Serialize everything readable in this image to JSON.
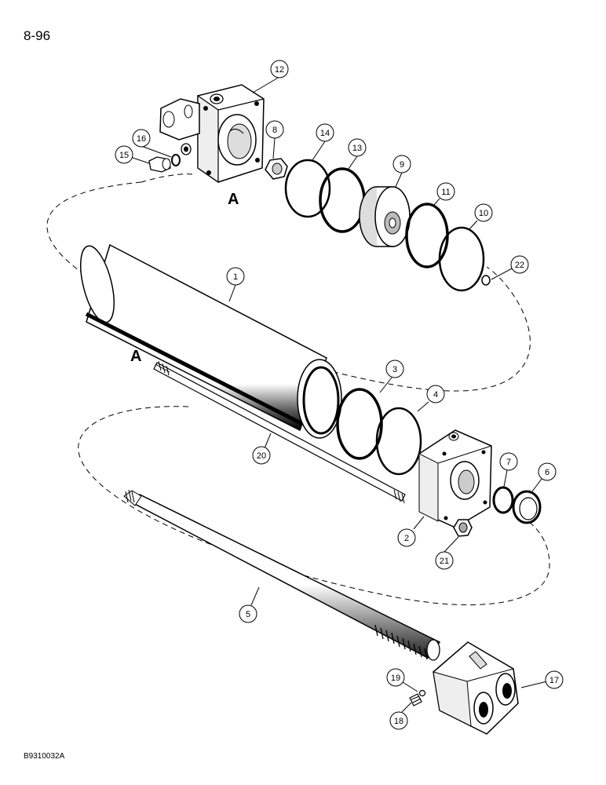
{
  "page": {
    "number": "8-96",
    "figure_code": "B9310032A"
  },
  "reference_letters": [
    "A",
    "A"
  ],
  "callouts": {
    "c1": "1",
    "c2": "2",
    "c3": "3",
    "c4": "4",
    "c5": "5",
    "c6": "6",
    "c7": "7",
    "c8": "8",
    "c9": "9",
    "c10": "10",
    "c11": "11",
    "c12": "12",
    "c13": "13",
    "c14": "14",
    "c15": "15",
    "c16": "16",
    "c17": "17",
    "c18": "18",
    "c19": "19",
    "c20": "20",
    "c21": "21",
    "c22": "22"
  }
}
